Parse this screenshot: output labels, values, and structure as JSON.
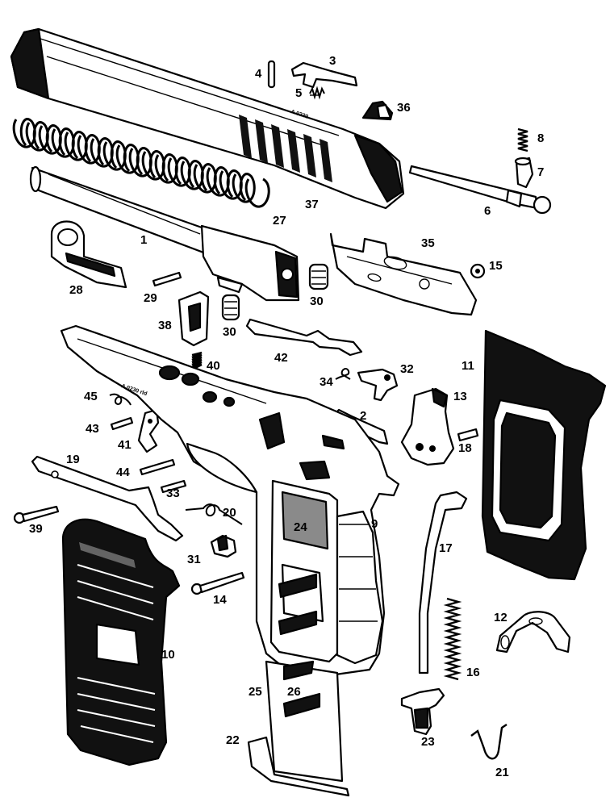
{
  "colors": {
    "ink": "#000000",
    "paper": "#ffffff",
    "shade": "#8a8a8a"
  },
  "engravings": {
    "slide_serial": "A 0230",
    "frame_serial": "A 0230 rld"
  },
  "labels": {
    "l1": "1",
    "l2": "2",
    "l3": "3",
    "l4": "4",
    "l5": "5",
    "l6": "6",
    "l7": "7",
    "l8": "8",
    "l9": "9",
    "l10": "10",
    "l11": "11",
    "l12": "12",
    "l13": "13",
    "l14": "14",
    "l15": "15",
    "l16": "16",
    "l17": "17",
    "l18": "18",
    "l19": "19",
    "l20": "20",
    "l21": "21",
    "l22": "22",
    "l23": "23",
    "l24": "24",
    "l25": "25",
    "l26": "26",
    "l27": "27",
    "l28": "28",
    "l29": "29",
    "l30a": "30",
    "l30b": "30",
    "l31": "31",
    "l32": "32",
    "l33": "33",
    "l34": "34",
    "l35": "35",
    "l36": "36",
    "l37": "37",
    "l38": "38",
    "l39": "39",
    "l40": "40",
    "l41": "41",
    "l42": "42",
    "l43": "43",
    "l44": "44",
    "l45": "45"
  }
}
